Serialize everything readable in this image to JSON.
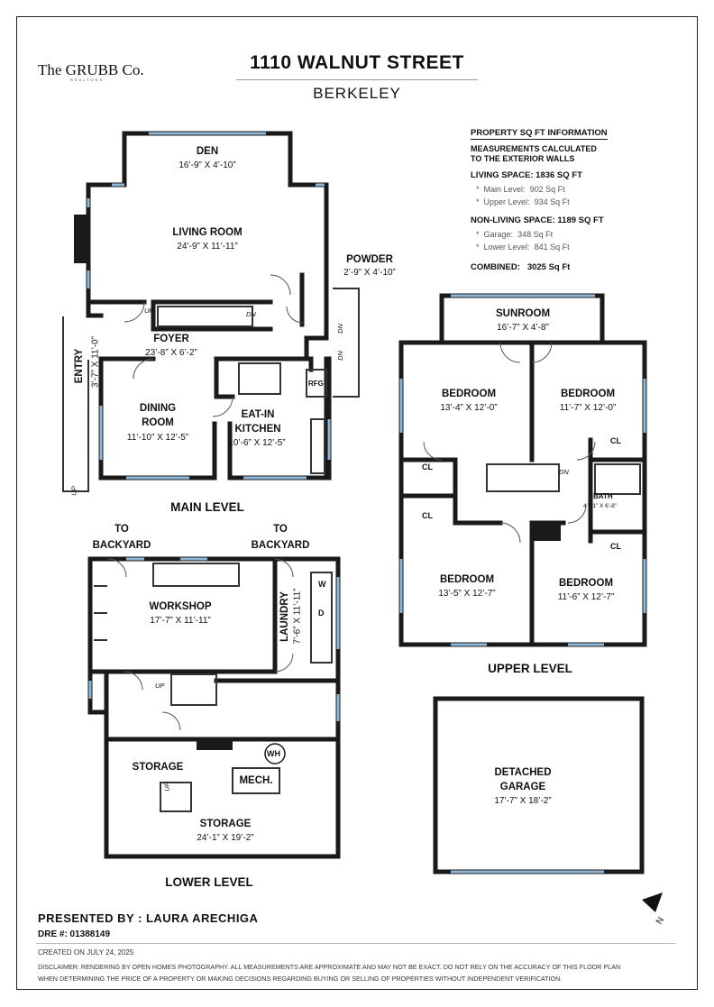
{
  "brand": {
    "logo_text": "The GRUBB Co.",
    "logo_sub": "REALTORS"
  },
  "header": {
    "address": "1110 WALNUT STREET",
    "city": "BERKELEY"
  },
  "sqft": {
    "heading": "PROPERTY SQ FT INFORMATION",
    "note_1": "MEASUREMENTS CALCULATED",
    "note_2": "TO THE EXTERIOR WALLS",
    "living": "LIVING SPACE: 1836 SQ FT",
    "living_items": [
      {
        "label": "Main Level:",
        "value": "902 Sq Ft"
      },
      {
        "label": "Upper Level:",
        "value": "934 Sq Ft"
      }
    ],
    "nonliving": "NON-LIVING SPACE: 1189 SQ FT",
    "nonliving_items": [
      {
        "label": "Garage:",
        "value": "348 Sq Ft"
      },
      {
        "label": "Lower Level:",
        "value": "841 Sq Ft"
      }
    ],
    "combined_label": "COMBINED:",
    "combined_value": "3025 Sq Ft"
  },
  "main_level": {
    "label": "MAIN LEVEL",
    "den": {
      "name": "DEN",
      "dim": "16’-9” X 4’-10”"
    },
    "living": {
      "name": "LIVING ROOM",
      "dim": "24’-9” X 11’-11”"
    },
    "powder": {
      "name": "POWDER",
      "dim": "2’-9” X 4’-10”"
    },
    "foyer": {
      "name": "FOYER",
      "dim": "23’-8” X 6’-2”"
    },
    "entry": {
      "name": "ENTRY",
      "dim": "3’-7” X 11’-0”"
    },
    "dining_1": "DINING",
    "dining_2": "ROOM",
    "dining_dim": "11’-10” X 12’-5”",
    "kitchen_1": "EAT-IN",
    "kitchen_2": "KITCHEN",
    "kitchen_dim": "10’-6” X 12’-5”",
    "rfg": "RFG",
    "up": "UP",
    "dn": "DN"
  },
  "upper_level": {
    "label": "UPPER LEVEL",
    "sunroom": {
      "name": "SUNROOM",
      "dim": "16’-7” X 4’-8”"
    },
    "bed1": {
      "name": "BEDROOM",
      "dim": "13’-4” X 12’-0”"
    },
    "bed2": {
      "name": "BEDROOM",
      "dim": "11’-7” X 12’-0”"
    },
    "bed3": {
      "name": "BEDROOM",
      "dim": "13’-5” X 12’-7”"
    },
    "bed4": {
      "name": "BEDROOM",
      "dim": "11’-6” X 12’-7”"
    },
    "bath": {
      "name": "BATH",
      "dim": "4’-11” X 6’-8”"
    },
    "cl": "CL",
    "dn": "DN"
  },
  "lower_level": {
    "label": "LOWER LEVEL",
    "to_1": "TO",
    "to_2": "BACKYARD",
    "workshop": {
      "name": "WORKSHOP",
      "dim": "17’-7” X 11’-11”"
    },
    "laundry": {
      "name": "LAUNDRY",
      "dim": "7’-6” X 11’-11”"
    },
    "storage_small": "STORAGE",
    "storage": {
      "name": "STORAGE",
      "dim": "24’-1” X 19’-2”"
    },
    "mech": "MECH.",
    "wh": "WH",
    "w": "W",
    "d": "D",
    "up": "UP"
  },
  "garage": {
    "name_1": "DETACHED",
    "name_2": "GARAGE",
    "dim": "17’-7” X 18’-2”"
  },
  "compass": {
    "label": "N"
  },
  "footer": {
    "presented": "PRESENTED BY : LAURA ARECHIGA",
    "dre": "DRE #: 01388149",
    "created": "CREATED ON JULY 24, 2025",
    "disclaimer_1": "DISCLAIMER: RENDERING BY OPEN HOMES PHOTOGRAPHY. ALL MEASUREMENTS ARE APPROXIMATE AND MAY NOT BE EXACT. DO NOT RELY ON THE ACCURACY OF THIS FLOOR PLAN",
    "disclaimer_2": "WHEN DETERMINING THE PRICE OF A PROPERTY OR MAKING DECISIONS REGARDING BUYING OR SELLING OF PROPERTIES WITHOUT INDEPENDENT VERIFICATION."
  },
  "colors": {
    "wall": "#1a1a1a",
    "window": "#8fb8d8",
    "text": "#111111"
  }
}
